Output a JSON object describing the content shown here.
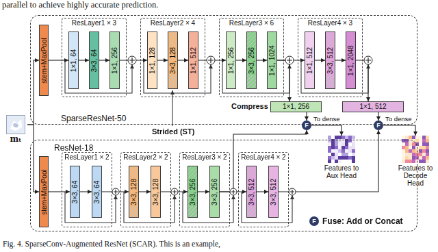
{
  "diagram": {
    "caption": "Fig. 4. SparseConv-Augmented ResNet (SCAR). This is an example,",
    "nodes": [
      {
        "text": [
          "mₜ"
        ]
      },
      {
        "text": [
          "SparseResNet-50"
        ]
      },
      {
        "text": [
          "stem+MaxPool"
        ],
        "in": 1
      },
      {
        "text": [
          "ResLayer1 × 3"
        ],
        "in": 1
      },
      {
        "text": [
          "1×1, 64"
        ],
        "in": 3
      },
      {
        "text": [
          "3×3, 64"
        ],
        "in": 3
      },
      {
        "text": [
          "1×1, 256"
        ],
        "in": 3
      },
      {
        "text": [
          "ResLayer2 × 4"
        ],
        "in": 1
      },
      {
        "text": [
          "1×1, 128"
        ],
        "in": 7
      },
      {
        "text": [
          "3×3, 128"
        ],
        "in": 7
      },
      {
        "text": [
          "1×1, 512"
        ],
        "in": 7
      },
      {
        "text": [
          "ResLayer3 × 6"
        ],
        "in": 1
      },
      {
        "text": [
          "1×1, 256"
        ],
        "in": 11
      },
      {
        "text": [
          "3×3, 256"
        ],
        "in": 11
      },
      {
        "text": [
          "1×1, 1024"
        ],
        "in": 11
      },
      {
        "text": [
          "ResLayer4 × 3"
        ],
        "in": 1
      },
      {
        "text": [
          "1×1, 512"
        ],
        "in": 15
      },
      {
        "text": [
          "3×3, 512"
        ],
        "in": 15
      },
      {
        "text": [
          "1×1, 2048"
        ],
        "in": 15
      },
      {
        "text": [
          "1×1, 256"
        ],
        "in": 1
      },
      {
        "text": [
          "1×1, 512"
        ],
        "in": 1
      },
      {
        "text": [
          "F"
        ]
      },
      {
        "text": [
          "F"
        ]
      },
      {
        "text": [
          "Features to Aux Head"
        ]
      },
      {
        "text": [
          "Features to Decode Head"
        ]
      },
      {
        "text": [
          "ResNet-18"
        ]
      },
      {
        "text": [
          "stem+MaxPool"
        ],
        "in": 25
      },
      {
        "text": [
          "ResLayer1 × 2"
        ],
        "in": 25
      },
      {
        "text": [
          "3×3, 64"
        ],
        "in": 27
      },
      {
        "text": [
          "3×3, 64"
        ],
        "in": 27
      },
      {
        "text": [
          "ResLayer2 × 2"
        ],
        "in": 25
      },
      {
        "text": [
          "3×3, 128"
        ],
        "in": 30
      },
      {
        "text": [
          "3×3, 128"
        ],
        "in": 30
      },
      {
        "text": [
          "ResLayer3 × 2"
        ],
        "in": 25
      },
      {
        "text": [
          "3×3, 256"
        ],
        "in": 33
      },
      {
        "text": [
          "3×3, 256"
        ],
        "in": 33
      },
      {
        "text": [
          "ResLayer4 × 2"
        ],
        "in": 25
      },
      {
        "text": [
          "3×3, 512"
        ],
        "in": 36
      },
      {
        "text": [
          "3×3, 512"
        ],
        "in": 36
      }
    ],
    "edges": [
      {
        "from": 0,
        "to": 2,
        "arrow": "to"
      },
      {
        "from": 0,
        "to": 26,
        "arrow": "to"
      },
      {
        "from": 2,
        "to": 4,
        "arrow": "to"
      },
      {
        "from": 4,
        "to": 5,
        "arrow": "to"
      },
      {
        "from": 5,
        "to": 6,
        "arrow": "to"
      },
      {
        "from": 6,
        "to": 8,
        "arrow": "to"
      },
      {
        "from": 8,
        "to": 9,
        "arrow": "to"
      },
      {
        "from": 9,
        "to": 10,
        "arrow": "to"
      },
      {
        "from": 10,
        "to": 12,
        "arrow": "to"
      },
      {
        "from": 12,
        "to": 13,
        "arrow": "to"
      },
      {
        "from": 13,
        "to": 14,
        "arrow": "to"
      },
      {
        "from": 14,
        "to": 16,
        "arrow": "to"
      },
      {
        "from": 16,
        "to": 17,
        "arrow": "to"
      },
      {
        "from": 17,
        "to": 18,
        "arrow": "to"
      },
      {
        "from": 14,
        "to": 19,
        "arrow": "to"
      },
      {
        "from": 18,
        "to": 20,
        "arrow": "to"
      },
      {
        "from": 19,
        "to": 21,
        "arrow": "to"
      },
      {
        "from": 20,
        "to": 22,
        "arrow": "to"
      },
      {
        "from": 21,
        "to": 23,
        "arrow": "to"
      },
      {
        "from": 22,
        "to": 24,
        "arrow": "to"
      },
      {
        "from": 26,
        "to": 28,
        "arrow": "to"
      },
      {
        "from": 28,
        "to": 29,
        "arrow": "to"
      },
      {
        "from": 29,
        "to": 31,
        "arrow": "to"
      },
      {
        "from": 31,
        "to": 32,
        "arrow": "to"
      },
      {
        "from": 32,
        "to": 34,
        "arrow": "to"
      },
      {
        "from": 34,
        "to": 35,
        "arrow": "to"
      },
      {
        "from": 35,
        "to": 37,
        "arrow": "to"
      },
      {
        "from": 37,
        "to": 38,
        "arrow": "to"
      },
      {
        "from": 35,
        "to": 21,
        "arrow": "to"
      },
      {
        "from": 38,
        "to": 22,
        "arrow": "to"
      }
    ],
    "labels": [
      "parallel to achieve highly accurate prediction.",
      "Strided (ST)",
      "Compress",
      "To dense",
      "To dense",
      "F"
    ],
    "legend": [
      {
        "text": "Fuse: Add or Concat"
      }
    ]
  }
}
